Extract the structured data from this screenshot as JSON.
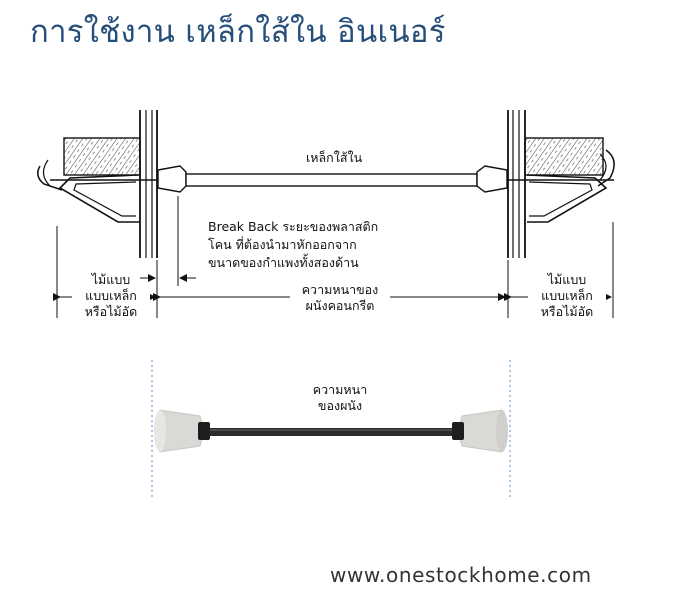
{
  "header": {
    "title": "การใช้งาน เหล็กใส้ใน อินเนอร์"
  },
  "diagram": {
    "rod_label": "เหล็กใส้ใน",
    "break_back_note": [
      "Break Back ระยะของพลาสติก",
      "โคน ที่ต้องนำมาหักออกจาก",
      "ขนาดของกำแพงทั้งสองด้าน"
    ],
    "left_form_label": [
      "ไม้แบบ",
      "แบบเหล็ก",
      "หรือไม้อัด"
    ],
    "right_form_label": [
      "ไม้แบบ",
      "แบบเหล็ก",
      "หรือไม้อัด"
    ],
    "wall_thickness_label": [
      "ความหนาของ",
      "ผนังคอนกรีต"
    ]
  },
  "product": {
    "thickness_label": [
      "ความหนา",
      "ของผนัง"
    ],
    "colors": {
      "cone": "#d9d9d6",
      "rod": "#2b2b2b",
      "guide_line": "#5a8fc4"
    }
  },
  "footer": {
    "website": "www.onestockhome.com"
  }
}
